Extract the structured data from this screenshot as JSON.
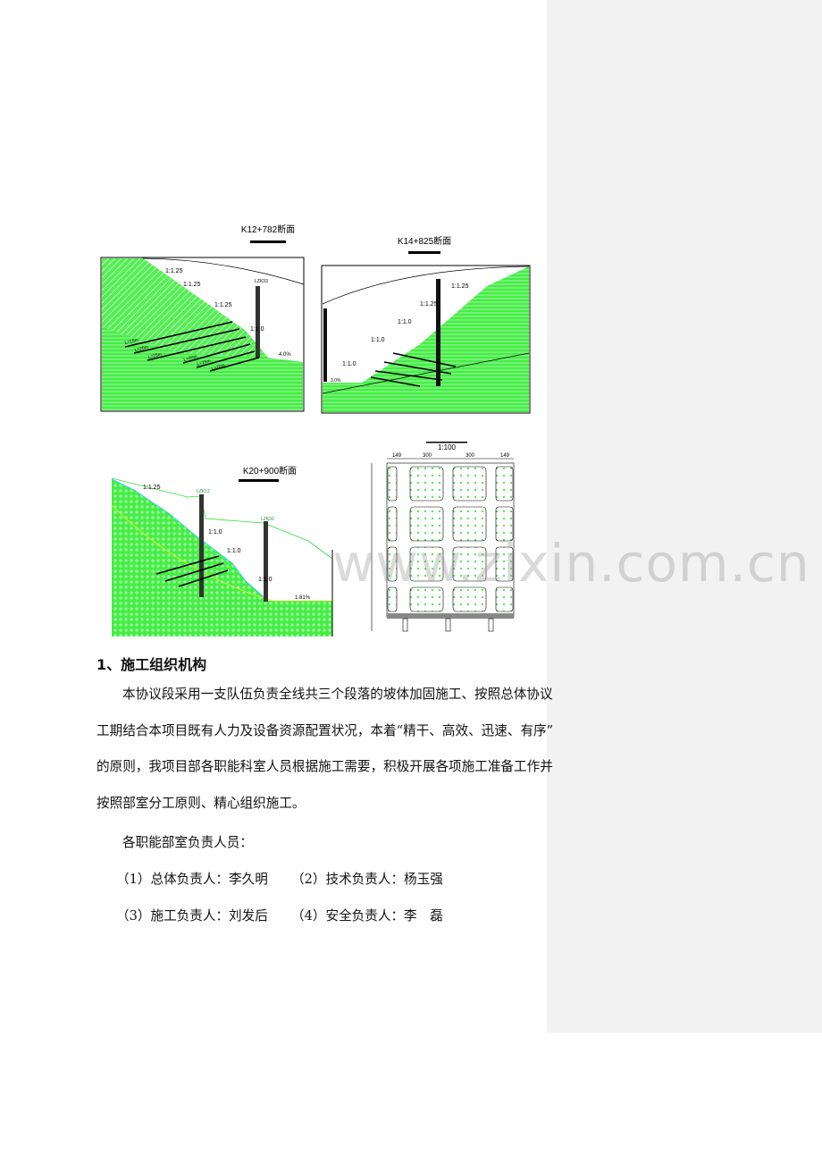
{
  "figures": {
    "section1": {
      "title": "K12+782断面",
      "slopes": [
        "1:1.25",
        "1:1.25",
        "1:1.25",
        "1:1.0"
      ],
      "anchors": [
        "L=15m",
        "L=20m",
        "L=25m",
        "L=20m",
        "L=15m",
        "L=10m"
      ],
      "grade": "4.0%",
      "pile": "LZK33"
    },
    "section2": {
      "title": "K14+825断面",
      "slopes": [
        "1:1.25",
        "1:1.25",
        "1:1.0",
        "1:1.0",
        "1:1.0"
      ],
      "grade": "3.0%"
    },
    "section3": {
      "title": "K20+900断面",
      "slopes": [
        "1:1.25",
        "1:1.0",
        "1:1.0",
        "1:1.0"
      ],
      "grade": "1.61%",
      "piles": [
        "LZK12",
        "LZK32"
      ]
    },
    "grid_detail": {
      "scale": "1:100",
      "dims": [
        "149",
        "300",
        "300",
        "149"
      ]
    }
  },
  "watermark": "www.zixin.com.cn",
  "heading": "1、施工组织机构",
  "paragraph": [
    "本协议段采用一支队伍负责全线共三个段落的坡体加固施工、按照总体协议",
    "工期结合本项目既有人力及设备资源配置状况，本着“精干、高效、迅速、有序”",
    "的原则，我项目部各职能科室人员根据施工需要，积极开展各项施工准备工作并",
    "按照部室分工原则、精心组织施工。"
  ],
  "staff_intro": "各职能部室负责人员：",
  "staff": [
    "（1）总体负责人：李久明",
    "（2）技术负责人：杨玉强",
    "（3）施工负责人：刘发后",
    "（4）安全负责人：李　磊"
  ],
  "colors": {
    "fill_green": "#33ee33",
    "comment_pane": "#f2f2f2"
  }
}
